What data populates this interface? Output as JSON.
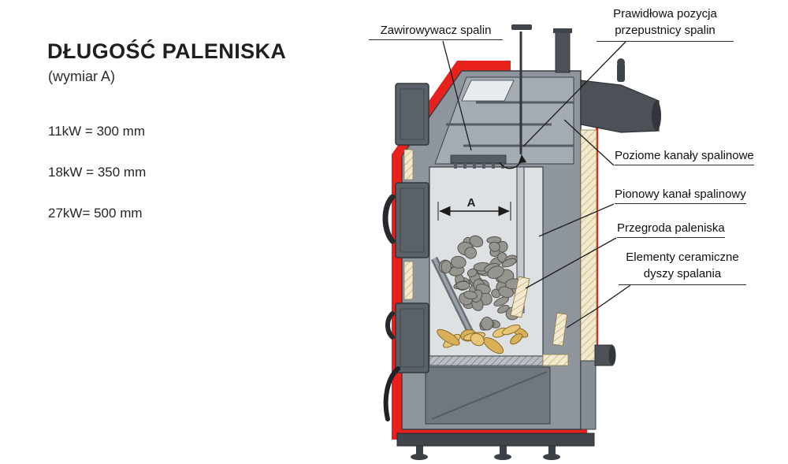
{
  "panel": {
    "title": "DŁUGOŚĆ PALENISKA",
    "subtitle": "(wymiar A)",
    "specs": [
      "11kW = 300 mm",
      "18kW = 350 mm",
      "27kW= 500 mm"
    ]
  },
  "diagram": {
    "dimension_label": "A",
    "labels": {
      "zawirowywacz": "Zawirowywacz spalin",
      "przepustnica_line1": "Prawidłowa pozycja",
      "przepustnica_line2": "przepustnicy spalin",
      "poziome": "Poziome kanały spalinowe",
      "pionowy": "Pionowy kanał spalinowy",
      "przegroda": "Przegroda paleniska",
      "ceramiczne_line1": "Elementy ceramiczne",
      "ceramiczne_line2": "dyszy spalania"
    },
    "colors": {
      "casing_red": "#e8211d",
      "body_gray": "#8e959d",
      "dark_steel": "#4b5157",
      "insulation_cream": "#f2e9cf",
      "chamber_light": "#dde1e4",
      "stone_gray": "#97958f",
      "wood_tan": "#e7c678",
      "line_dark": "#1c1c1c"
    }
  }
}
